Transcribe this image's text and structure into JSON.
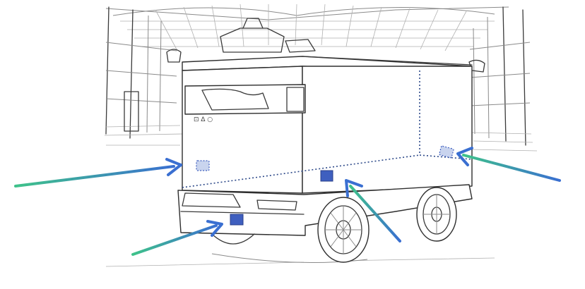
{
  "colors": {
    "sensor_solid_fill": "#3f5fbf",
    "sensor_solid_stroke": "#2a3f8a",
    "sensor_dashed_fill": "#c9d4ee",
    "sensor_dashed_stroke": "#3f5fbf",
    "dotted_line": "#2e4a8a",
    "arrow_tail": "#3ec28a",
    "arrow_head": "#3a6fd1",
    "sketch_line": "#3a3a3a"
  },
  "sensors": [
    {
      "id": "rear-left-upper",
      "style": "dashed",
      "icon": "sensor-marker-icon"
    },
    {
      "id": "rear-bumper",
      "style": "solid",
      "icon": "sensor-marker-icon"
    },
    {
      "id": "side-lower",
      "style": "solid",
      "icon": "sensor-marker-icon"
    },
    {
      "id": "front-right-upper",
      "style": "dashed",
      "icon": "sensor-marker-icon"
    }
  ],
  "arrows": [
    {
      "target": "rear-left-upper",
      "icon": "pointer-arrow-icon"
    },
    {
      "target": "rear-bumper",
      "icon": "pointer-arrow-icon"
    },
    {
      "target": "side-lower",
      "icon": "pointer-arrow-icon"
    },
    {
      "target": "front-right-upper",
      "icon": "pointer-arrow-icon"
    }
  ]
}
